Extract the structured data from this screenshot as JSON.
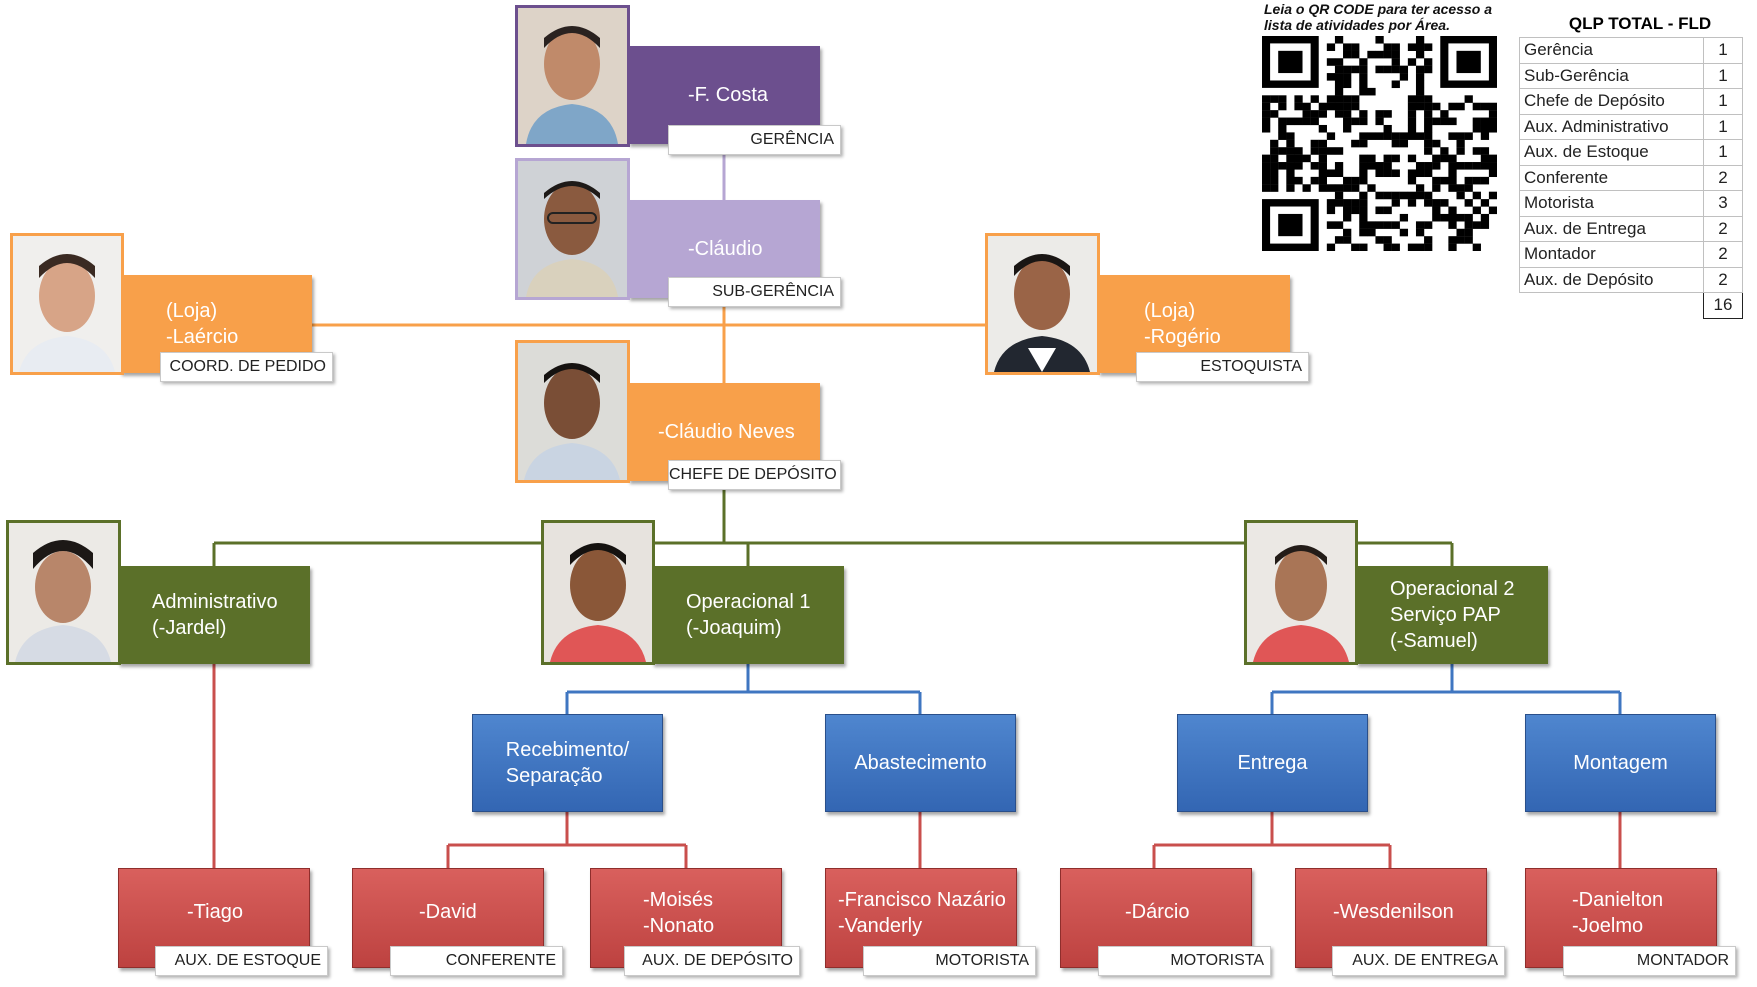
{
  "nodes": {
    "gerente": {
      "name": "-F. Costa",
      "role": "GERÊNCIA"
    },
    "subgerente": {
      "name": "-Cláudio",
      "role": "SUB-GERÊNCIA"
    },
    "loja_left": {
      "name": "(Loja)\n-Laércio",
      "role": "COORD. DE PEDIDO"
    },
    "loja_right": {
      "name": "(Loja)\n-Rogério",
      "role": "ESTOQUISTA"
    },
    "chefe": {
      "name": "-Cláudio Neves",
      "role": "CHEFE DE DEPÓSITO"
    },
    "administrativo": {
      "name": "Administrativo\n(-Jardel)"
    },
    "operacional1": {
      "name": "Operacional 1\n(-Joaquim)"
    },
    "operacional2": {
      "name": "Operacional 2\nServiço PAP\n(-Samuel)"
    },
    "recebimento": {
      "name": "Recebimento/\nSeparação"
    },
    "abastecimento": {
      "name": "Abastecimento"
    },
    "entrega": {
      "name": "Entrega"
    },
    "montagem": {
      "name": "Montagem"
    },
    "tiago": {
      "name": "-Tiago",
      "role": "AUX. DE ESTOQUE"
    },
    "david": {
      "name": "-David",
      "role": "CONFERENTE"
    },
    "moises": {
      "name": "-Moisés\n-Nonato",
      "role": "AUX. DE DEPÓSITO"
    },
    "francisco": {
      "name": "-Francisco Nazário\n-Vanderly",
      "role": "MOTORISTA"
    },
    "darcio": {
      "name": "-Dárcio",
      "role": "MOTORISTA"
    },
    "wesdenilson": {
      "name": "-Wesdenilson",
      "role": "AUX. DE ENTREGA"
    },
    "danielton": {
      "name": "-Danielton\n-Joelmo",
      "role": "MONTADOR"
    }
  },
  "qr_caption": "Leia o QR CODE para ter acesso a lista de atividades por Área.",
  "qlp": {
    "title": "QLP TOTAL - FLD",
    "rows": [
      {
        "label": "Gerência",
        "value": "1"
      },
      {
        "label": "Sub-Gerência",
        "value": "1"
      },
      {
        "label": "Chefe de Depósito",
        "value": "1"
      },
      {
        "label": "Aux. Administrativo",
        "value": "1"
      },
      {
        "label": "Aux. de Estoque",
        "value": "1"
      },
      {
        "label": "Conferente",
        "value": "2"
      },
      {
        "label": "Motorista",
        "value": "3"
      },
      {
        "label": "Aux. de Entrega",
        "value": "2"
      },
      {
        "label": "Montador",
        "value": "2"
      },
      {
        "label": "Aux. de Depósito",
        "value": "2"
      }
    ],
    "total": "16"
  },
  "colors": {
    "manager": "#6c4f8e",
    "submanager": "#b6a6d3",
    "store": "#f8a04a",
    "department": "#5b7029",
    "sector": "#3f76c1",
    "staff": "#c94f4d"
  }
}
